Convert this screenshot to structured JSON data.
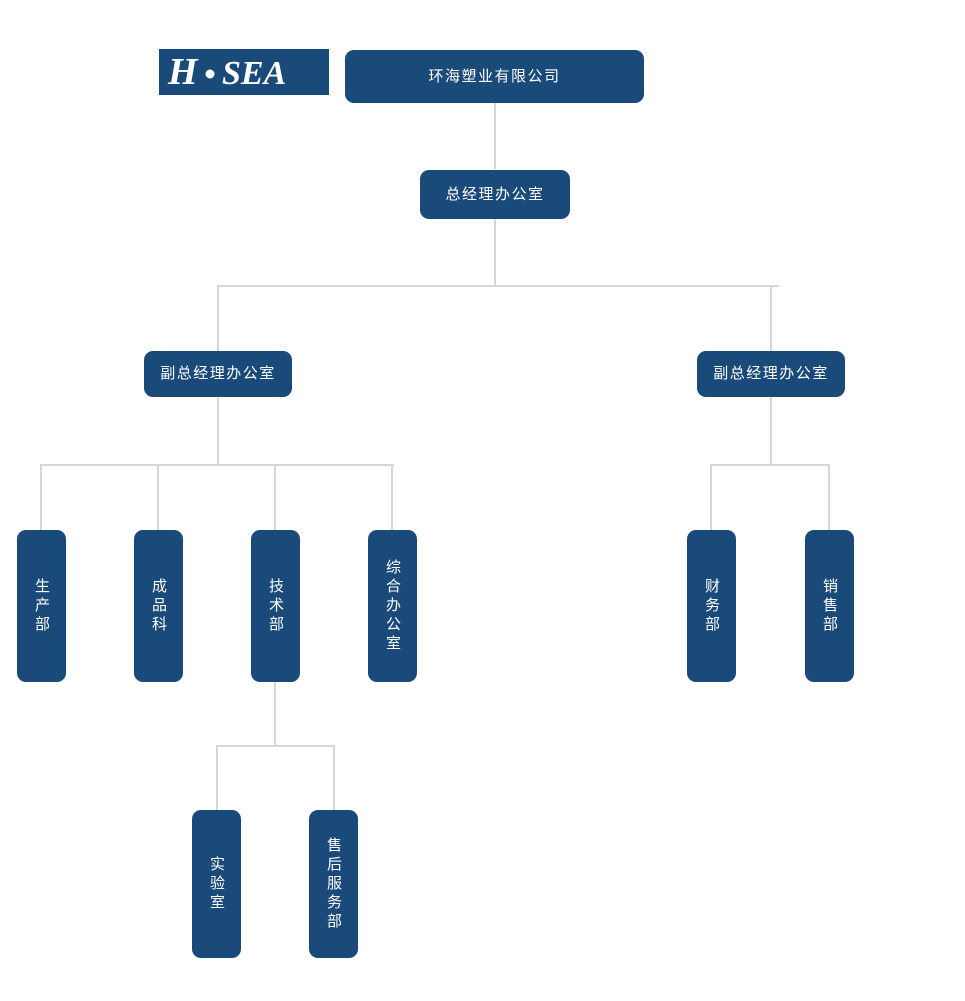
{
  "theme": {
    "box_fill": "#1a4a79",
    "box_text": "#ffffff",
    "connector": "#d6d6d6",
    "page_background": "#ffffff"
  },
  "logo": {
    "name": "hsea-logo",
    "text": "H·SEA",
    "letters": "H SEA",
    "separator": "·"
  },
  "nodes": {
    "company": {
      "label": "环海塑业有限公司"
    },
    "gm_office": {
      "label": "总经理办公室"
    },
    "deputy_gm_left": {
      "label": "副总经理办公室"
    },
    "deputy_gm_right": {
      "label": "副总经理办公室"
    },
    "production": {
      "label": "生产部"
    },
    "finished_goods": {
      "label": "成品科"
    },
    "technical": {
      "label": "技术部"
    },
    "general_office": {
      "label": "综合办公室"
    },
    "finance": {
      "label": "财务部"
    },
    "sales": {
      "label": "销售部"
    },
    "laboratory": {
      "label": "实验室"
    },
    "after_sales": {
      "label": "售后服务部"
    }
  },
  "chart_data": {
    "type": "diagram",
    "title": "环海塑业有限公司 组织架构图",
    "root": "环海塑业有限公司",
    "levels": [
      [
        "环海塑业有限公司"
      ],
      [
        "总经理办公室"
      ],
      [
        "副总经理办公室",
        "副总经理办公室"
      ],
      [
        "生产部",
        "成品科",
        "技术部",
        "综合办公室",
        "财务部",
        "销售部"
      ],
      [
        "实验室",
        "售后服务部"
      ]
    ],
    "edges": [
      {
        "from": "环海塑业有限公司",
        "to": "总经理办公室"
      },
      {
        "from": "总经理办公室",
        "to": "副总经理办公室 (左)"
      },
      {
        "from": "总经理办公室",
        "to": "副总经理办公室 (右)"
      },
      {
        "from": "副总经理办公室 (左)",
        "to": "生产部"
      },
      {
        "from": "副总经理办公室 (左)",
        "to": "成品科"
      },
      {
        "from": "副总经理办公室 (左)",
        "to": "技术部"
      },
      {
        "from": "副总经理办公室 (左)",
        "to": "综合办公室"
      },
      {
        "from": "副总经理办公室 (右)",
        "to": "财务部"
      },
      {
        "from": "副总经理办公室 (右)",
        "to": "销售部"
      },
      {
        "from": "技术部",
        "to": "实验室"
      },
      {
        "from": "技术部",
        "to": "售后服务部"
      }
    ]
  }
}
